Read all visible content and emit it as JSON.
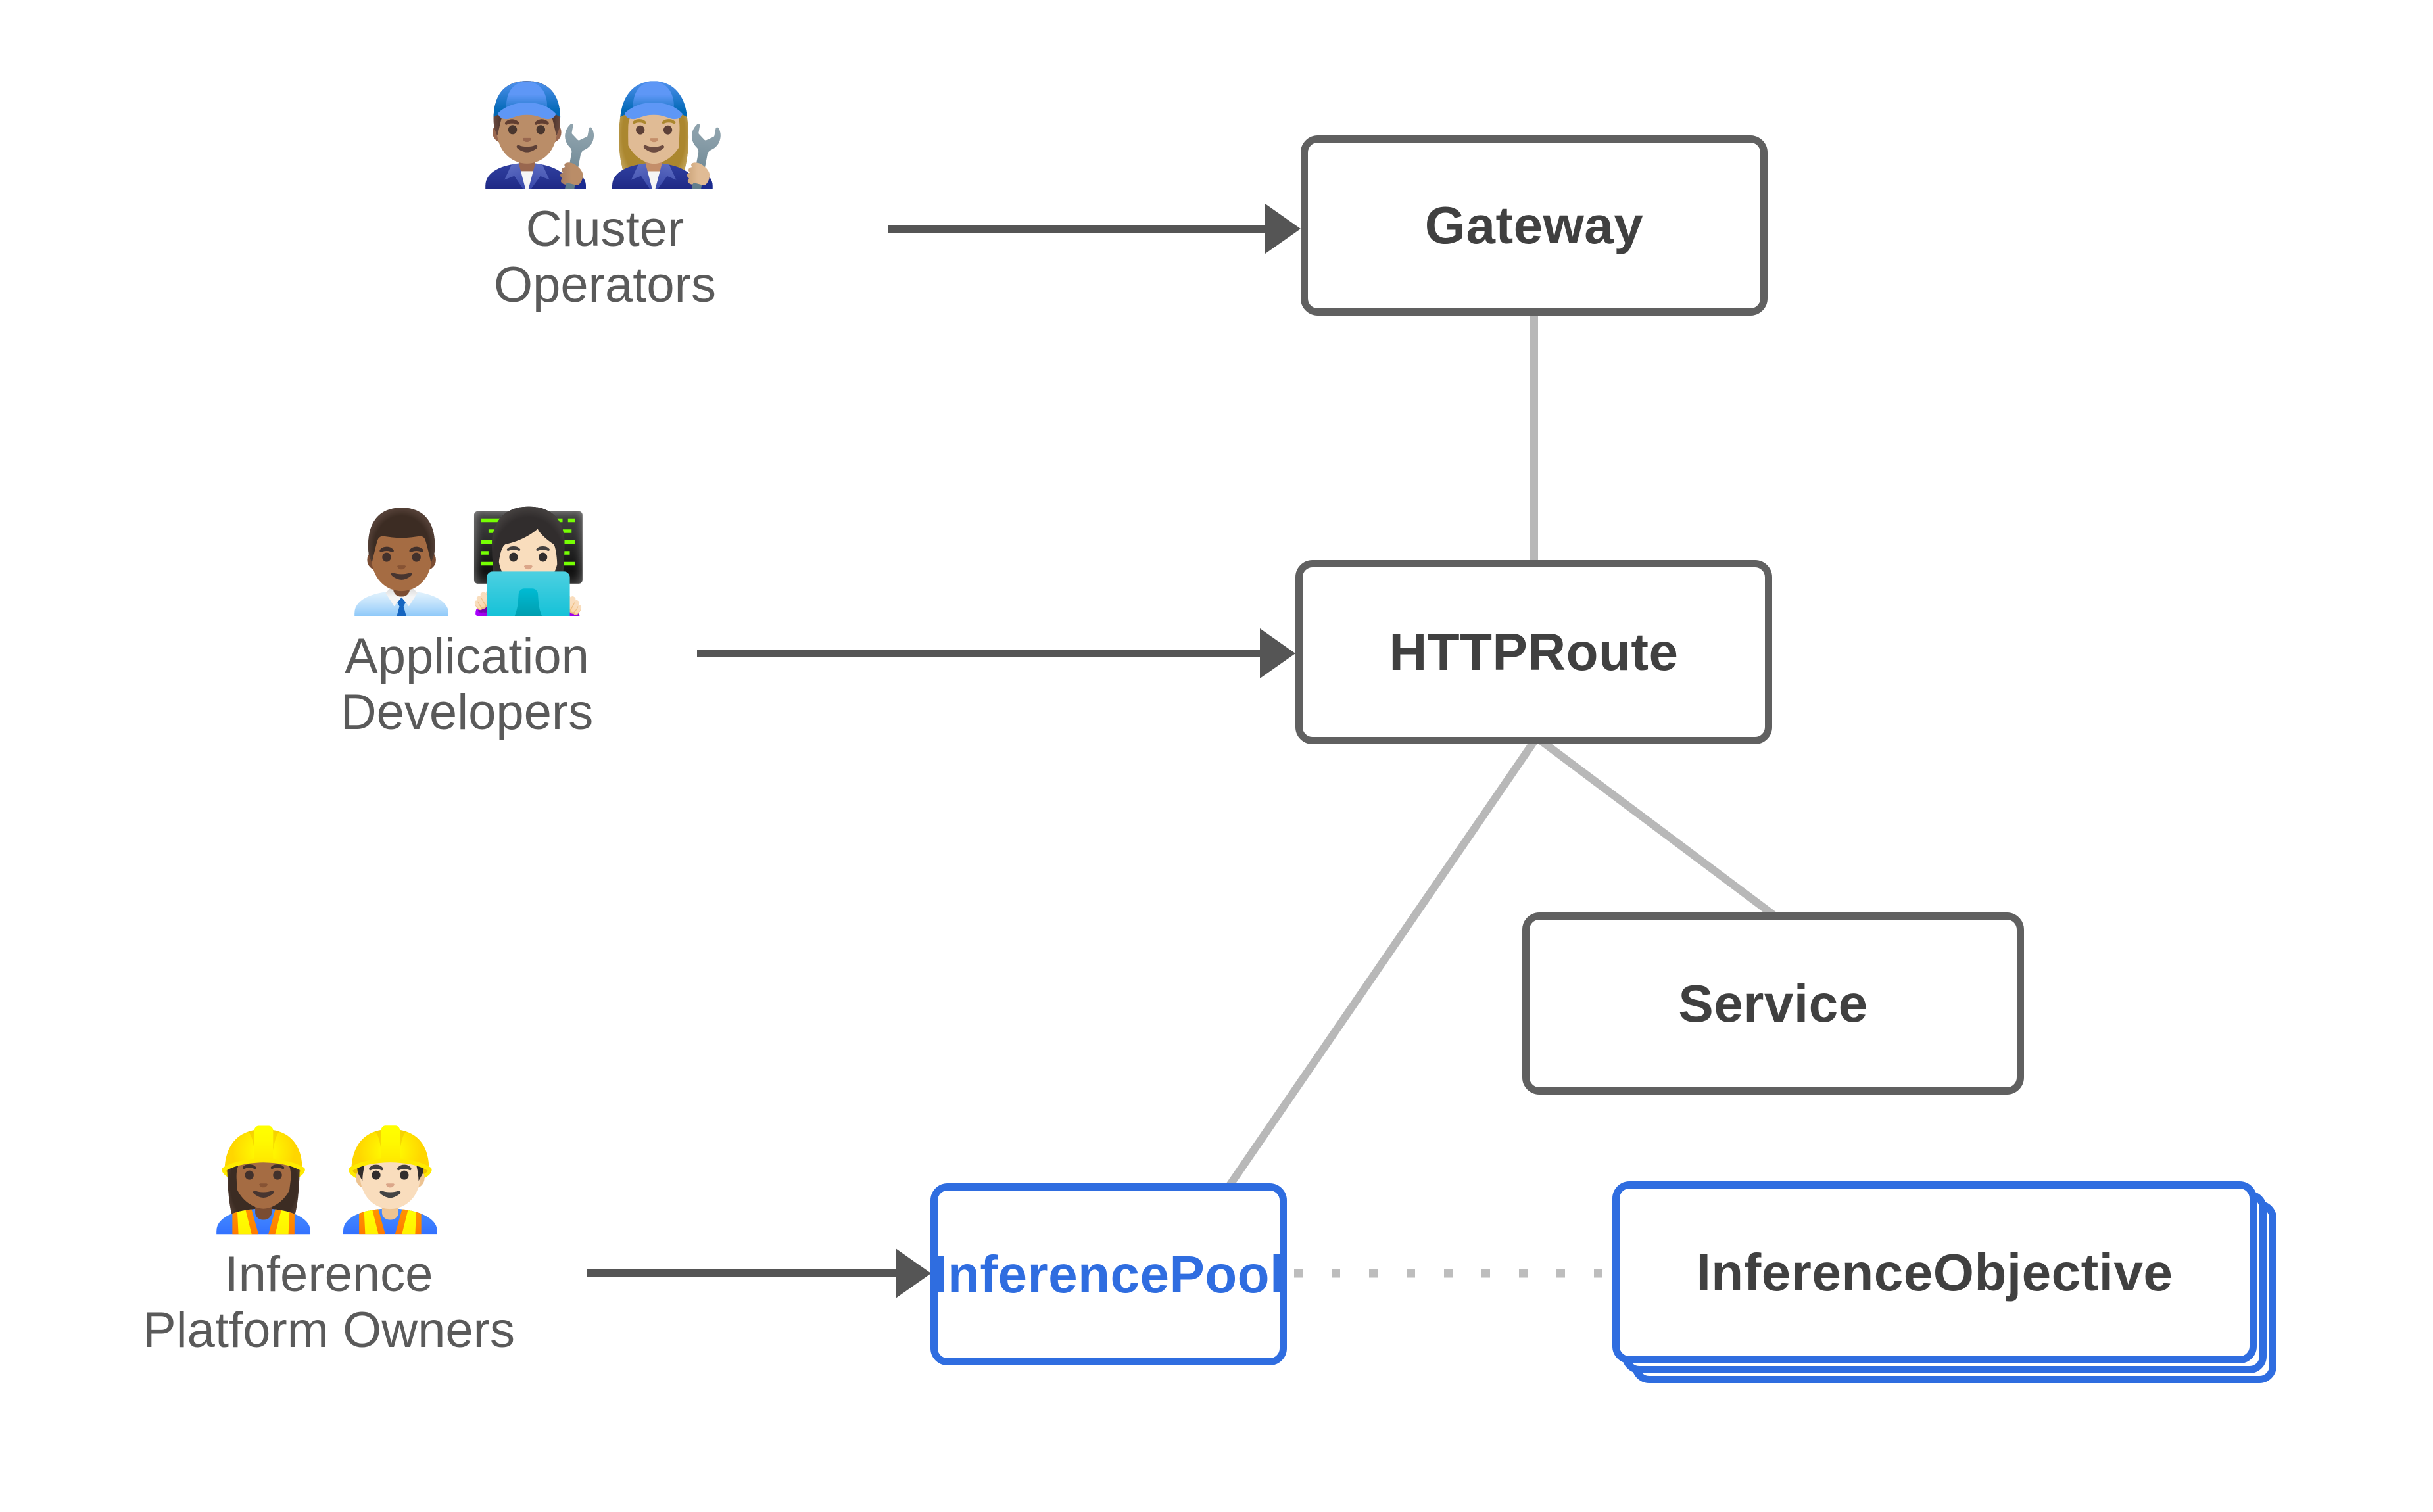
{
  "diagram": {
    "title": "Gateway API Inference Extension personas and resources",
    "background_color": "#ffffff",
    "colors": {
      "box_border": "#606060",
      "box_label": "#404040",
      "accent": "#2f6de0",
      "arrow": "#555555",
      "connector": "#b8b8b8",
      "persona_label": "#5a5a5a",
      "dotted_connector": "#bdbdbd"
    },
    "personas": [
      {
        "id": "cluster-operators",
        "label": "Cluster\nOperators",
        "emojis": "👨🏽‍🔧👩🏼‍🔧",
        "emoji_names": [
          "man-mechanic-icon",
          "woman-mechanic-icon"
        ],
        "targets": "Gateway"
      },
      {
        "id": "application-developers",
        "label": "Application\nDevelopers",
        "emojis": "👨🏾‍💼👩🏻‍💻",
        "emoji_names": [
          "man-office-worker-icon",
          "woman-technologist-icon"
        ],
        "targets": "HTTPRoute"
      },
      {
        "id": "inference-platform-owners",
        "label": "Inference\nPlatform Owners",
        "emojis": "👷🏾‍♀️👷🏻‍♂️",
        "emoji_names": [
          "woman-construction-worker-icon",
          "man-construction-worker-icon"
        ],
        "targets": "InferencePool"
      }
    ],
    "nodes": [
      {
        "id": "gateway",
        "label": "Gateway",
        "style": "neutral"
      },
      {
        "id": "httproute",
        "label": "HTTPRoute",
        "style": "neutral"
      },
      {
        "id": "service",
        "label": "Service",
        "style": "neutral"
      },
      {
        "id": "inferencepool",
        "label": "InferencePool",
        "style": "accent"
      },
      {
        "id": "inferenceobjective",
        "label": "InferenceObjective",
        "style": "accent-stack",
        "stack_count": 3
      }
    ],
    "edges": [
      {
        "from": "cluster-operators",
        "to": "gateway",
        "kind": "arrow"
      },
      {
        "from": "application-developers",
        "to": "httproute",
        "kind": "arrow"
      },
      {
        "from": "inference-platform-owners",
        "to": "inferencepool",
        "kind": "arrow"
      },
      {
        "from": "gateway",
        "to": "httproute",
        "kind": "line"
      },
      {
        "from": "httproute",
        "to": "inferencepool",
        "kind": "line"
      },
      {
        "from": "httproute",
        "to": "service",
        "kind": "line"
      },
      {
        "from": "inferencepool",
        "to": "inferenceobjective",
        "kind": "dotted"
      }
    ]
  }
}
